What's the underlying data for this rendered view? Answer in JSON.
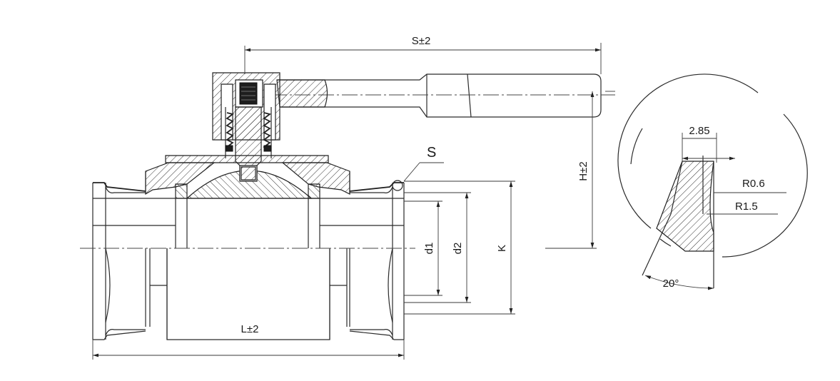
{
  "labels": {
    "s_length": "S±2",
    "height": "H±2",
    "length": "L±2",
    "weld_symbol": "S",
    "d1": "d1",
    "d2": "d2",
    "k": "K",
    "detail_width": "2.85",
    "radius_small": "R0.6",
    "radius_large": "R1.5",
    "angle": "20°"
  }
}
